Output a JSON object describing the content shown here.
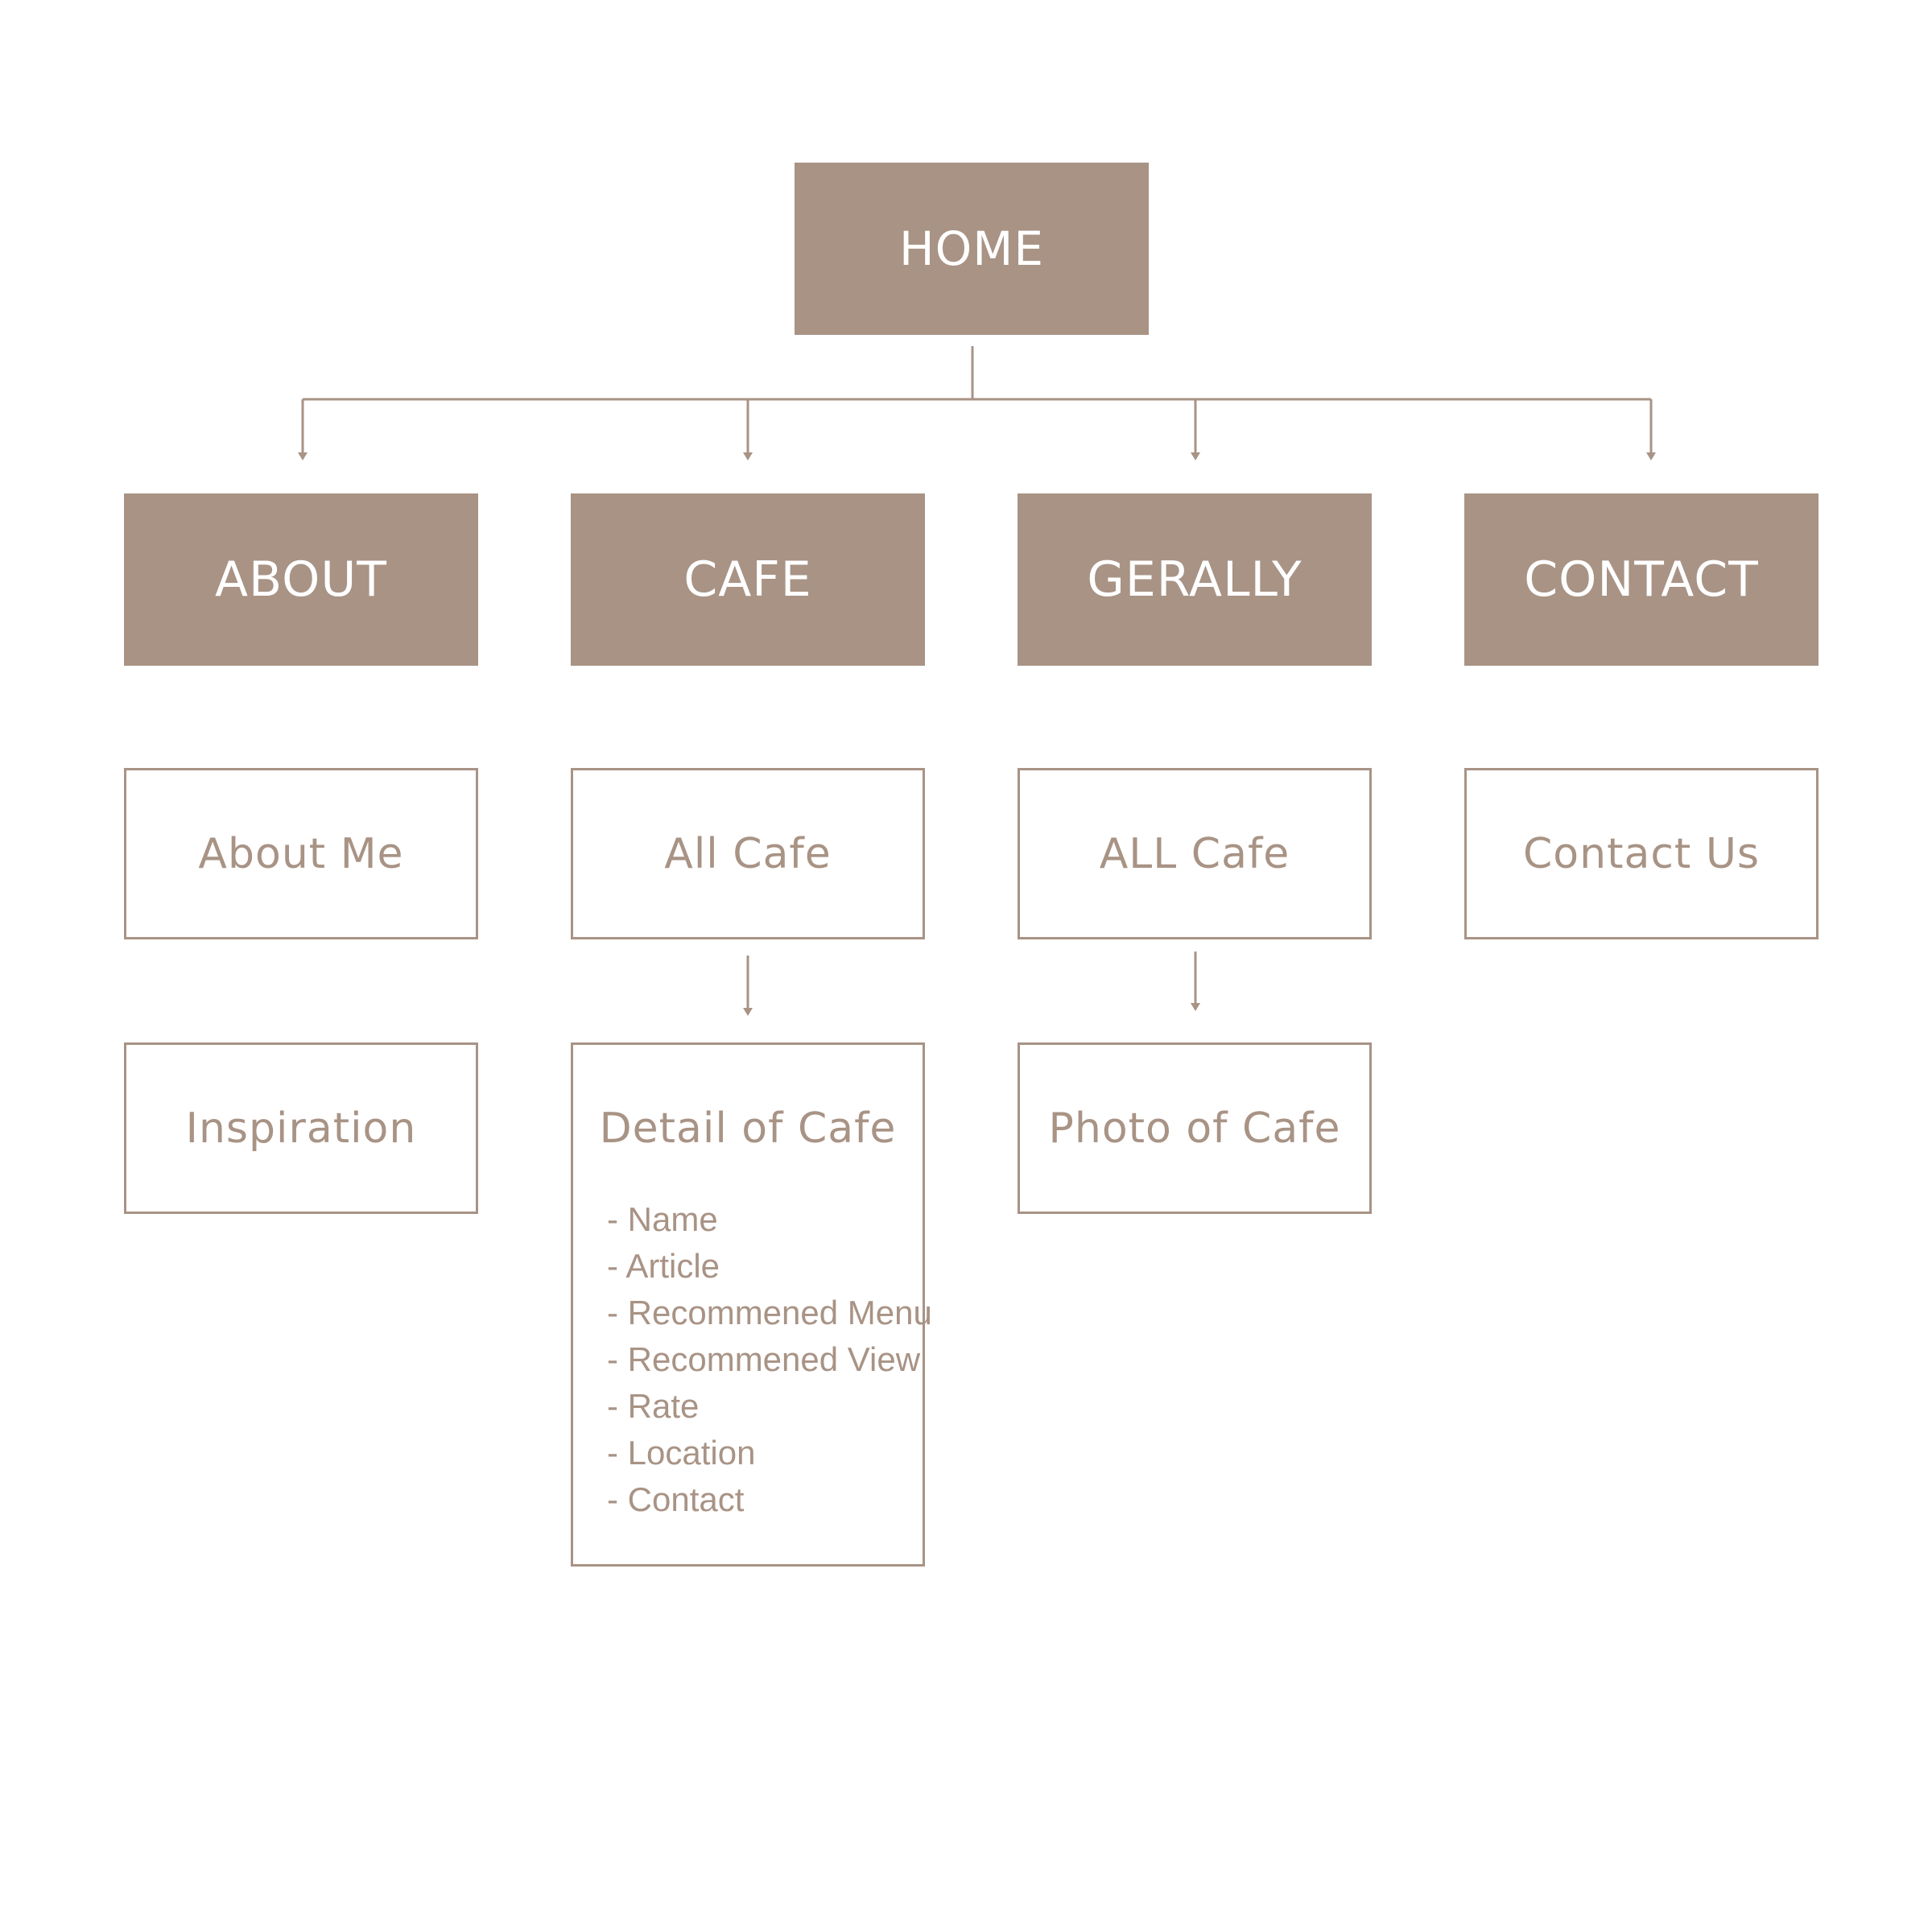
{
  "colors": {
    "accent": "#a89385",
    "background": "#ffffff",
    "filled_text": "#ffffff"
  },
  "root": {
    "label": "HOME"
  },
  "sections": [
    {
      "label": "ABOUT"
    },
    {
      "label": "CAFE"
    },
    {
      "label": "GERALLY"
    },
    {
      "label": "CONTACT"
    }
  ],
  "subpages": {
    "about_me": "About Me",
    "inspiration": "Inspiration",
    "all_cafe": "All Cafe",
    "detail_of_cafe": {
      "title": "Detail of Cafe",
      "items": [
        "- Name",
        "- Article",
        "- Recommened Menu",
        "- Recommened View",
        "- Rate",
        "- Location",
        "- Contact"
      ]
    },
    "all_cafe_gallery": "ALL Cafe",
    "photo_of_cafe": "Photo of Cafe",
    "contact_us": "Contact Us"
  }
}
